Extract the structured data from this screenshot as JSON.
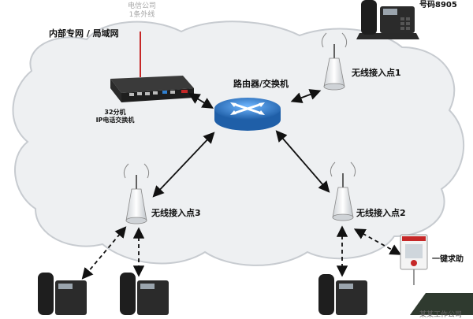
{
  "diagram": {
    "network_label": "内部专网 / 局域网",
    "telecom_label_line1": "电信公司",
    "telecom_label_line2": "1条外线",
    "pbx_label_line1": "32分机",
    "pbx_label_line2": "IP电话交换机",
    "router_label": "路由器/交换机",
    "ap1_label": "无线接入点1",
    "ap2_label": "无线接入点2",
    "ap3_label": "无线接入点3",
    "phone_top_label": "号码8905",
    "button_label": "一键求助",
    "bottom_right_label": "某某工作公司"
  },
  "colors": {
    "cloud_fill": "#eef0f2",
    "cloud_edge": "#c7cbd0",
    "router": "#2f7fd0",
    "device_dark": "#1e1e1e",
    "outer_line": "#c62828",
    "arrow": "#111111"
  },
  "icons": [
    "router-icon",
    "pbx-device-icon",
    "access-point-icon",
    "desk-phone-icon",
    "help-button-icon"
  ]
}
